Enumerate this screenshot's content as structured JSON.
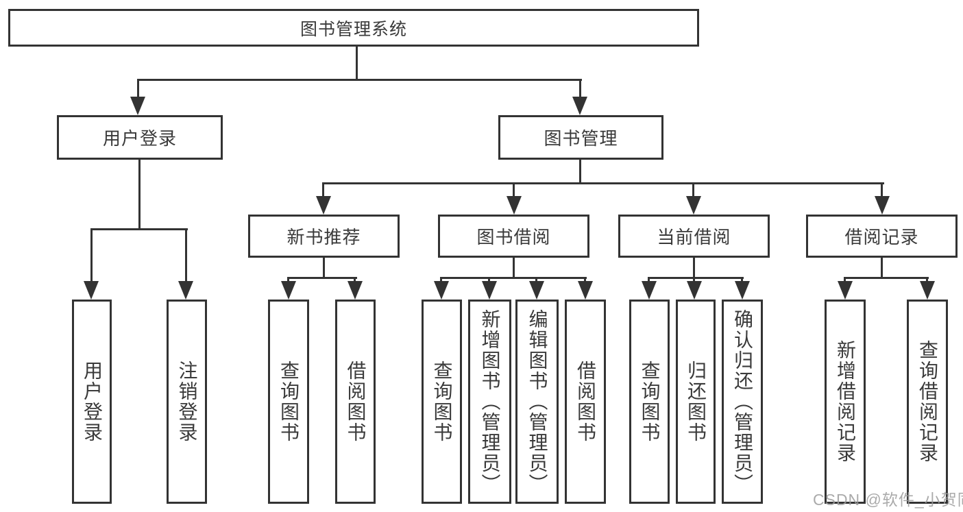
{
  "tree": {
    "root": "图书管理系统",
    "login": {
      "label": "用户登录",
      "children": [
        "用户登录",
        "注销登录"
      ]
    },
    "management": {
      "label": "图书管理",
      "sections": [
        {
          "label": "新书推荐",
          "children": [
            "查询图书",
            "借阅图书"
          ]
        },
        {
          "label": "图书借阅",
          "children": [
            "查询图书",
            "新增图书（管理员）",
            "编辑图书（管理员）",
            "借阅图书"
          ]
        },
        {
          "label": "当前借阅",
          "children": [
            "查询图书",
            "归还图书",
            "确认归还（管理员）"
          ]
        },
        {
          "label": "借阅记录",
          "children": [
            "新增借阅记录",
            "查询借阅记录"
          ]
        }
      ]
    }
  },
  "watermark": {
    "text": "CSDN @软件_小贺同学"
  },
  "colors": {
    "line": "#333333",
    "text": "#3a3a3a",
    "watermark": "#9c9c9c",
    "background": "#ffffff"
  }
}
